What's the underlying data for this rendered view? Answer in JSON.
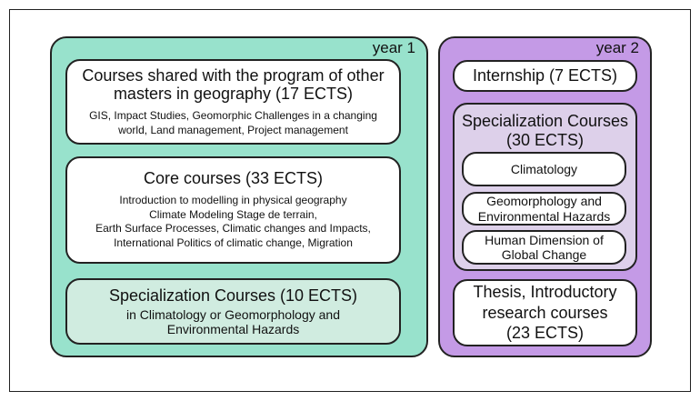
{
  "year1": {
    "label": "year 1",
    "shared": {
      "title": "Courses shared with the program of other masters in geography  (17 ECTS)",
      "details": "GIS,  Impact Studies,  Geomorphic Challenges in a changing world, Land management,  Project management"
    },
    "core": {
      "title": "Core courses (33 ECTS)",
      "details": [
        "Introduction to modelling in physical geography",
        "Climate Modeling Stage de terrain,",
        "Earth Surface Processes, Climatic changes and Impacts,",
        "International Politics of climatic change,  Migration"
      ]
    },
    "specialization": {
      "title": "Specialization Courses (10 ECTS)",
      "details": "in Climatology or  Geomorphology and Environmental Hazards"
    }
  },
  "year2": {
    "label": "year 2",
    "internship": "Internship (7 ECTS)",
    "specialization": {
      "title": "Specialization Courses (30 ECTS)",
      "options": [
        "Climatology",
        "Geomorphology and Environmental Hazards",
        "Human Dimension of Global Change"
      ]
    },
    "thesis": "Thesis, Introductory research courses (23 ECTS)"
  },
  "colors": {
    "year1": "#98e2cc",
    "year2": "#c49ae6",
    "year1_spec": "#d0ece0",
    "year2_spec": "#ddd0ea"
  }
}
